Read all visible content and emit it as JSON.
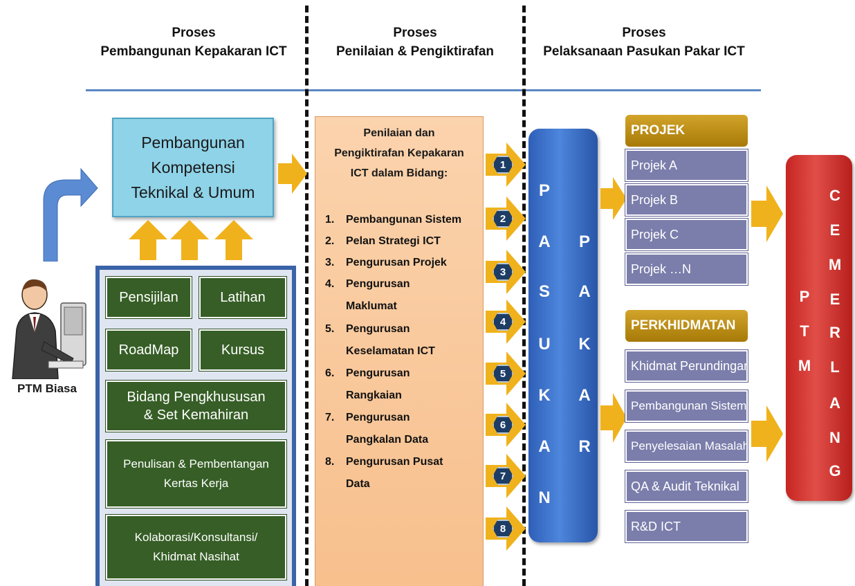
{
  "headers": {
    "col1": {
      "line1": "Proses",
      "line2": "Pembangunan Kepakaran ICT"
    },
    "col2": {
      "line1": "Proses",
      "line2": "Penilaian  & Pengiktirafan"
    },
    "col3": {
      "line1": "Proses",
      "line2": "Pelaksanaan Pasukan Pakar ICT"
    }
  },
  "left": {
    "person_label": "PTM Biasa",
    "competency_box": [
      "Pembangunan",
      "Kompetensi",
      "Teknikal & Umum"
    ],
    "pills": {
      "pensijilan": "Pensijilan",
      "latihan": "Latihan",
      "roadmap": "RoadMap",
      "kursus": "Kursus",
      "bidang_line1": "Bidang Pengkhususan",
      "bidang_line2": "& Set Kemahiran",
      "penulisan_line1": "Penulisan & Pembentangan",
      "penulisan_line2": "Kertas Kerja",
      "kolaborasi_line1": "Kolaborasi/Konsultansi/",
      "kolaborasi_line2": "Khidmat Nasihat"
    }
  },
  "middle": {
    "title": [
      "Penilaian dan",
      "Pengiktirafan Kepakaran",
      "ICT dalam Bidang:"
    ],
    "items": [
      {
        "n": "1.",
        "lines": [
          "Pembangunan Sistem"
        ]
      },
      {
        "n": "2.",
        "lines": [
          "Pelan Strategi ICT"
        ]
      },
      {
        "n": "3.",
        "lines": [
          "Pengurusan Projek"
        ]
      },
      {
        "n": "4.",
        "lines": [
          "Pengurusan",
          "Maklumat"
        ]
      },
      {
        "n": "5.",
        "lines": [
          "Pengurusan",
          "Keselamatan ICT"
        ]
      },
      {
        "n": "6.",
        "lines": [
          "Pengurusan",
          "Rangkaian"
        ]
      },
      {
        "n": "7.",
        "lines": [
          "Pengurusan",
          "Pangkalan Data"
        ]
      },
      {
        "n": "8.",
        "lines": [
          "Pengurusan Pusat",
          "Data"
        ]
      }
    ],
    "numbers": [
      "1",
      "2",
      "3",
      "4",
      "5",
      "6",
      "7",
      "8"
    ]
  },
  "pasukan": {
    "word1": [
      "P",
      "A",
      "S",
      "U",
      "K",
      "A",
      "N"
    ],
    "word2": [
      "P",
      "A",
      "K",
      "A",
      "R"
    ]
  },
  "projek": {
    "title": "PROJEK",
    "items": [
      "Projek A",
      "Projek B",
      "Projek C",
      "Projek …N"
    ]
  },
  "perkhidmatan": {
    "title": "PERKHIDMATAN",
    "items": [
      "Khidmat Perundingan",
      "Pembangunan Sistem",
      "Penyelesaian Masalah",
      "QA & Audit Teknikal",
      "R&D ICT"
    ]
  },
  "result": {
    "word1": [
      "P",
      "T",
      "M"
    ],
    "word2": [
      "C",
      "E",
      "M",
      "E",
      "R",
      "L",
      "A",
      "N",
      "G"
    ]
  },
  "colors": {
    "divider": "#5a86c4",
    "arrow": "#f0b21c",
    "green_pill": "#365e26",
    "blue_frame": "#3a63a8",
    "peach": "#f9c89b",
    "lavender": "#7b7eab",
    "red": "#d3302c"
  }
}
